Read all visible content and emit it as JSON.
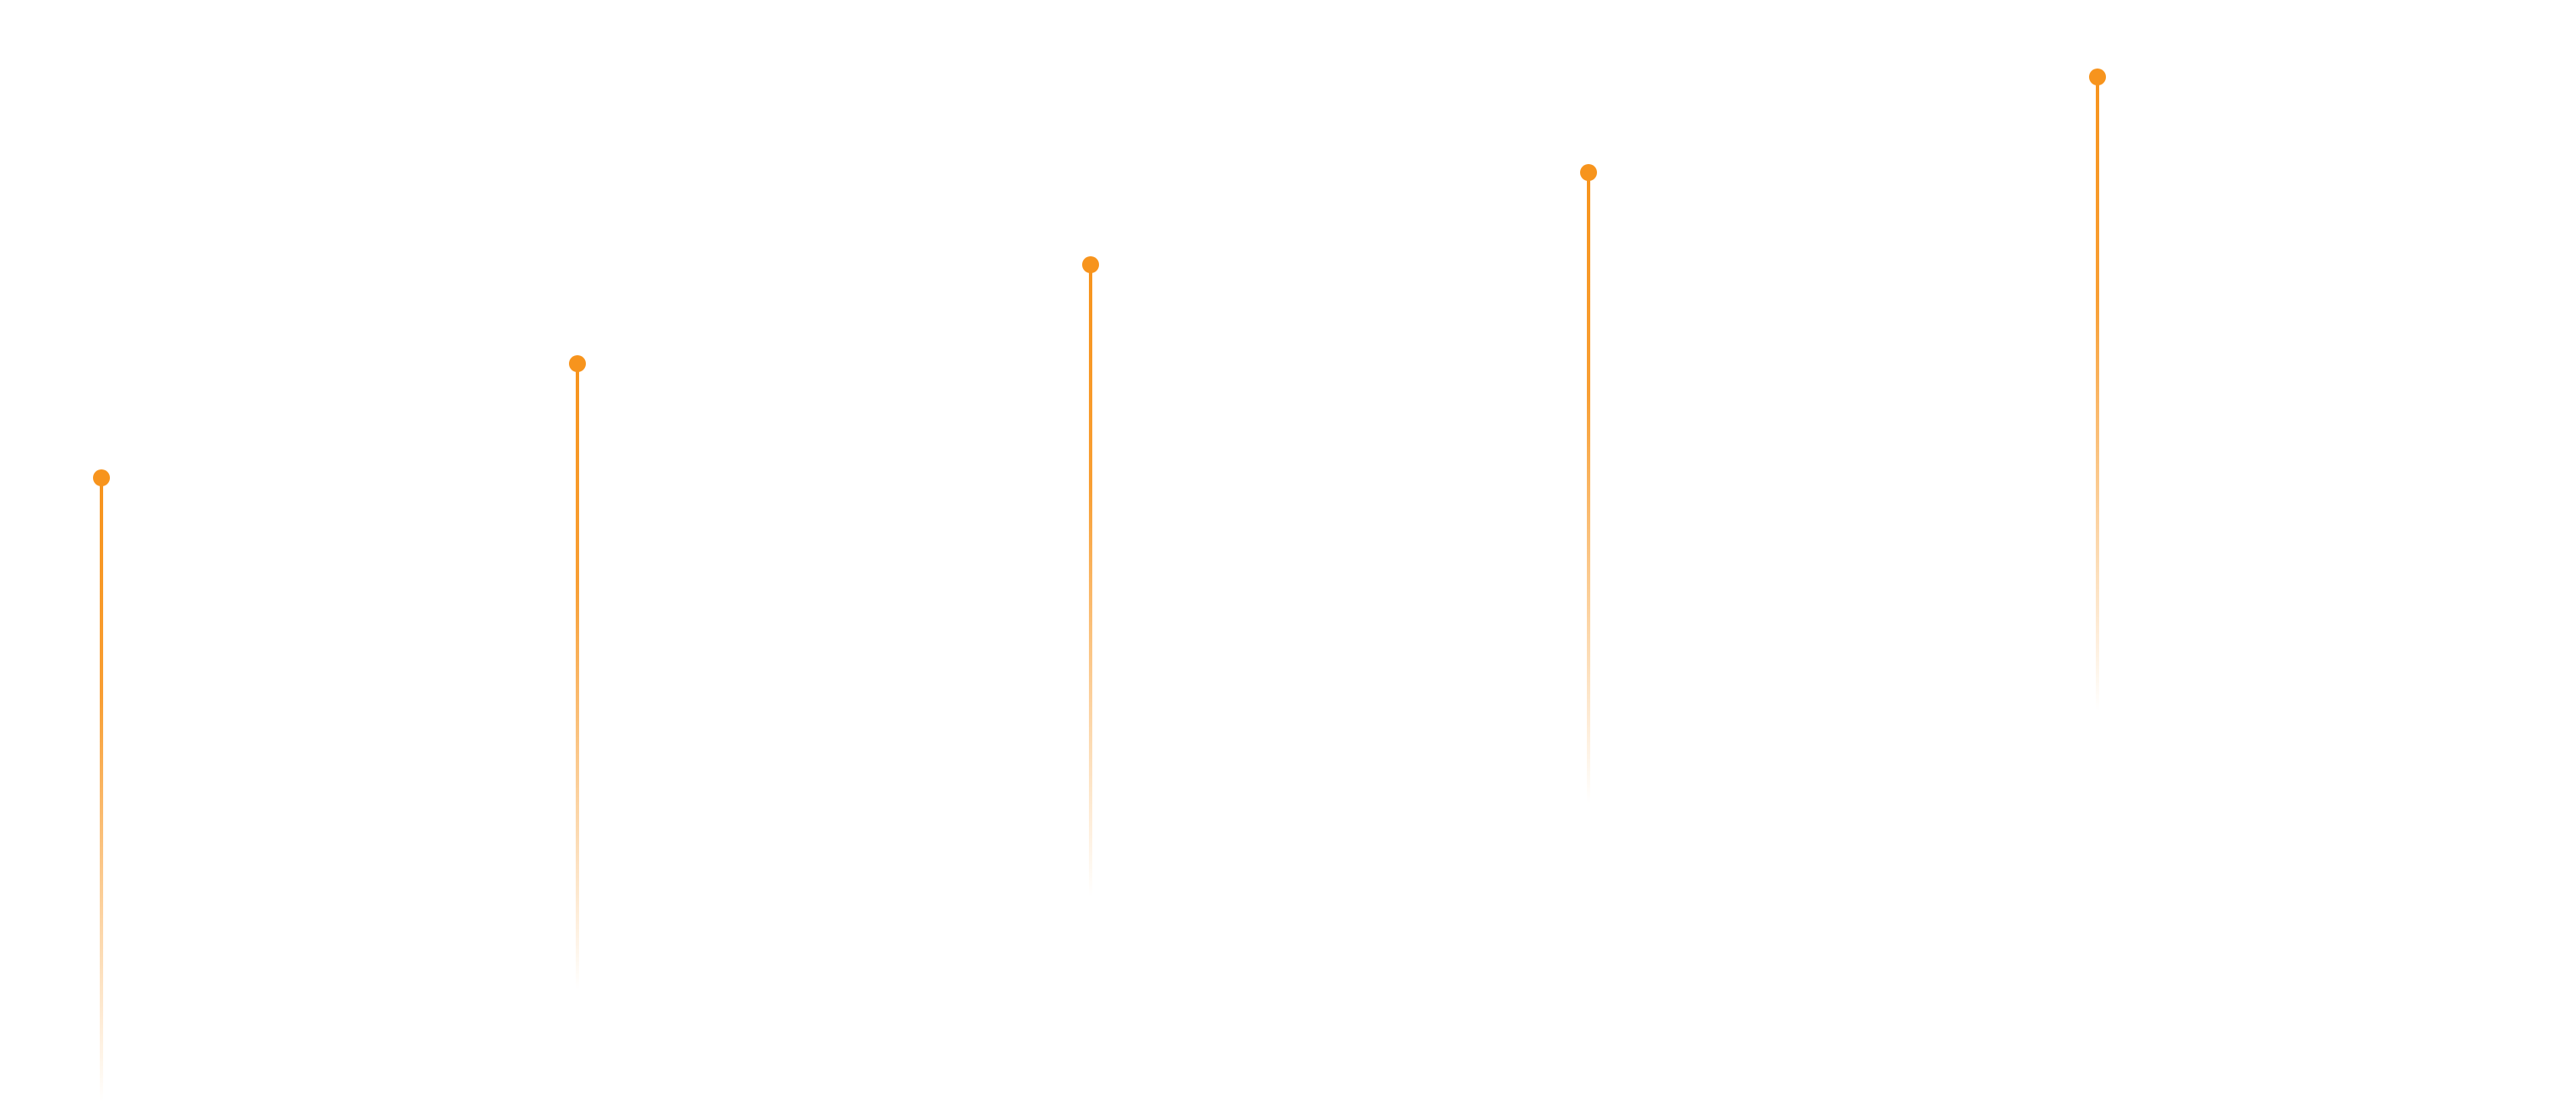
{
  "accent_color": "#F7941D",
  "background_color": "#FFFFFF",
  "pins": [
    {
      "id": 1
    },
    {
      "id": 2
    },
    {
      "id": 3
    },
    {
      "id": 4
    },
    {
      "id": 5
    }
  ]
}
